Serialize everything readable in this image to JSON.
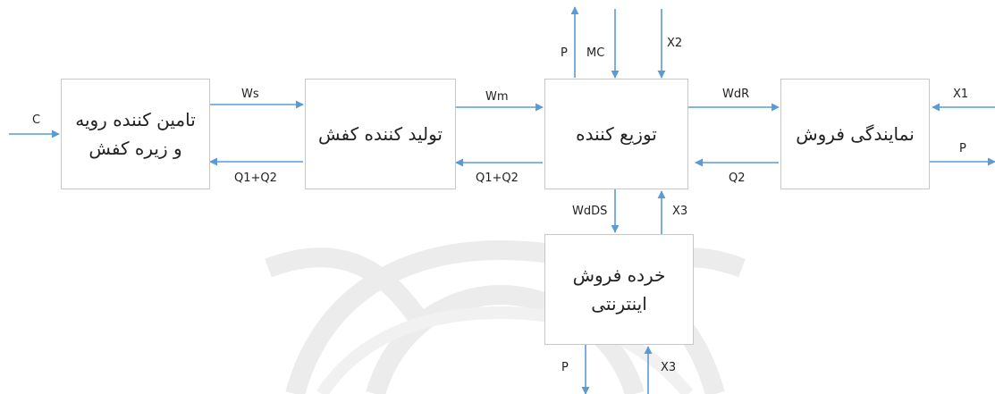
{
  "boxes": {
    "supplier": "تامین کننده رویه\nو زیره کفش",
    "manufacturer": "تولید کننده کفش",
    "distributor": "توزیع کننده",
    "agency": "نمایندگی فروش",
    "online_retail": "خرده فروش\nاینترنتی"
  },
  "labels": {
    "c": "C",
    "ws": "Ws",
    "q1q2_left": "Q1+Q2",
    "wm": "Wm",
    "q1q2_mid": "Q1+Q2",
    "wdr": "WdR",
    "q2": "Q2",
    "x1": "X1",
    "p_right": "P",
    "p_top": "P",
    "mc": "MC",
    "x2": "X2",
    "wdds": "WdDS",
    "x3_mid": "X3",
    "p_bottom": "P",
    "x3_bottom": "X3"
  },
  "colors": {
    "arrow": "#5b9bd5",
    "box_border": "#c8c8c8",
    "watermark": "#ececec"
  }
}
